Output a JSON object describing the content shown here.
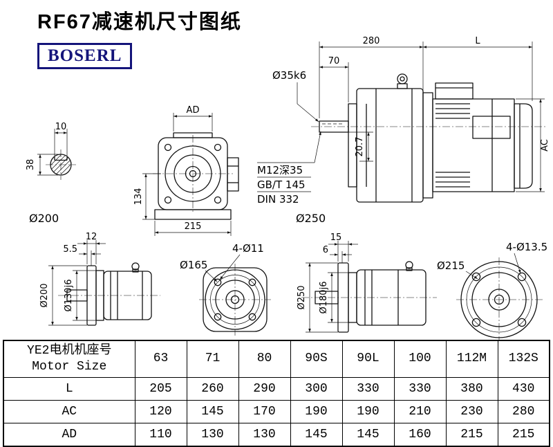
{
  "title": "RF67减速机尺寸图纸",
  "logo": "BOSERL",
  "views": {
    "shaft_section": {
      "dim_width": "10",
      "dim_height": "38",
      "label_diameter": "Ø200"
    },
    "front_view": {
      "dim_ad": "AD",
      "dim_height": "134",
      "dim_width": "215"
    },
    "side_assembly": {
      "dim_gearbox_len": "280",
      "dim_motor_len": "L",
      "dim_shaft_len": "70",
      "shaft_dia": "Ø35k6",
      "dim_key": "20.7",
      "dim_motor_dia": "AC",
      "note_thread": "M12深35",
      "note_std1": "GB/T 145",
      "note_std2": "DIN 332",
      "label_flange": "Ø250"
    },
    "flange_side_small": {
      "dim_a": "12",
      "dim_b": "5.5",
      "flange_od": "Ø200",
      "spigot_dia": "Ø130j6"
    },
    "flange_front_small": {
      "bolt_circle": "Ø165",
      "holes": "4-Ø11"
    },
    "flange_side_large": {
      "dim_a": "15",
      "dim_b": "6",
      "flange_od": "Ø250",
      "spigot_dia": "Ø180j6"
    },
    "flange_front_large": {
      "bolt_circle": "Ø215",
      "holes": "4-Ø13.5"
    }
  },
  "table": {
    "header_line1": "YE2电机机座号",
    "header_line2": "Motor Size",
    "motor_sizes": [
      "63",
      "71",
      "80",
      "90S",
      "90L",
      "100",
      "112M",
      "132S"
    ],
    "rows": [
      {
        "label": "L",
        "values": [
          "205",
          "260",
          "290",
          "300",
          "330",
          "330",
          "380",
          "430"
        ]
      },
      {
        "label": "AC",
        "values": [
          "120",
          "145",
          "170",
          "190",
          "190",
          "210",
          "230",
          "280"
        ]
      },
      {
        "label": "AD",
        "values": [
          "110",
          "130",
          "130",
          "145",
          "145",
          "160",
          "215",
          "215"
        ]
      }
    ]
  }
}
